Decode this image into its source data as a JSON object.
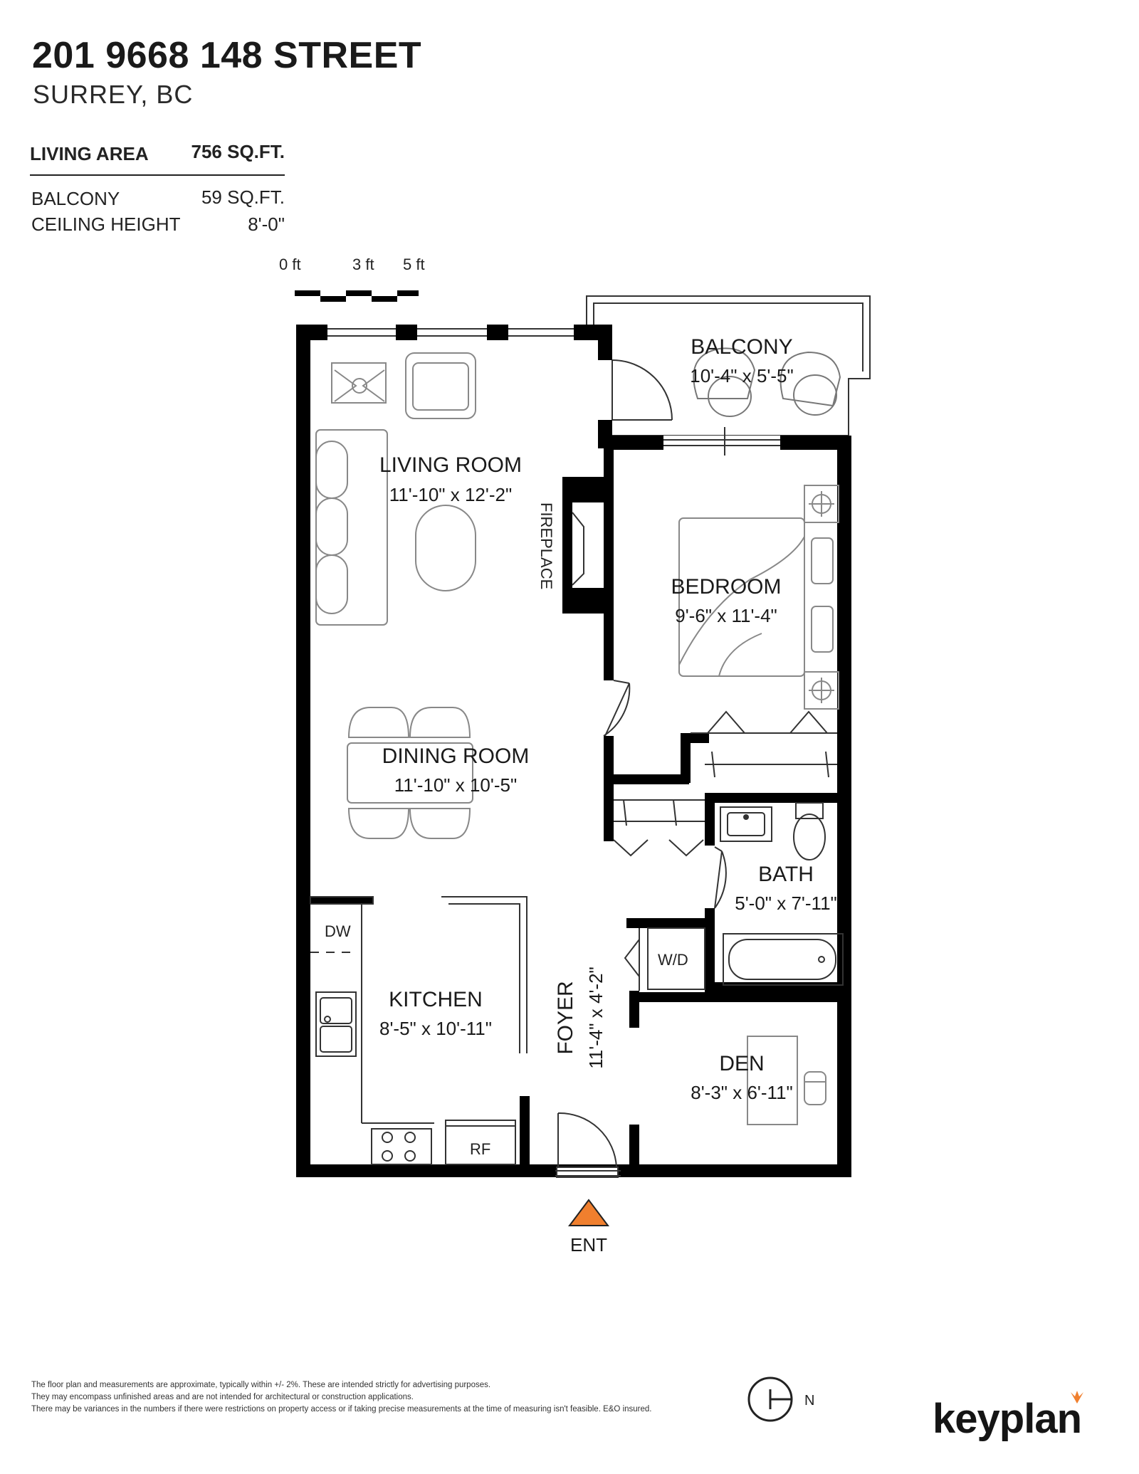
{
  "header": {
    "title": "201 9668 148 STREET",
    "subtitle": "SURREY, BC"
  },
  "stats": {
    "living_area_label": "LIVING AREA",
    "living_area_value": "756 SQ.FT.",
    "balcony_label": "BALCONY",
    "balcony_value": "59 SQ.FT.",
    "ceiling_label": "CEILING HEIGHT",
    "ceiling_value": "8'-0\""
  },
  "scale": {
    "tick_0": "0 ft",
    "tick_3": "3 ft",
    "tick_5": "5 ft"
  },
  "rooms": {
    "balcony": {
      "name": "BALCONY",
      "dims": "10'-4\"  x  5'-5\""
    },
    "living": {
      "name": "LIVING ROOM",
      "dims": "11'-10\"  x  12'-2\""
    },
    "bedroom": {
      "name": "BEDROOM",
      "dims": "9'-6\"  x  11'-4\""
    },
    "dining": {
      "name": "DINING ROOM",
      "dims": "11'-10\"  x  10'-5\""
    },
    "bath": {
      "name": "BATH",
      "dims": "5'-0\" x 7'-11\""
    },
    "kitchen": {
      "name": "KITCHEN",
      "dims": "8'-5\"  x  10'-11\""
    },
    "foyer": {
      "name": "FOYER",
      "dims": "11'-4\"  x  4'-2\""
    },
    "den": {
      "name": "DEN",
      "dims": "8'-3\"  x  6'-11\""
    }
  },
  "labels": {
    "fireplace": "FIREPLACE",
    "dishwasher": "DW",
    "washer_dryer": "W/D",
    "fridge": "RF",
    "entrance": "ENT",
    "north": "N"
  },
  "colors": {
    "wall": "#000000",
    "entrance_marker": "#f07f2e",
    "brand_accent": "#f07f2e"
  },
  "footer": {
    "disclaimer_1": "The floor plan and measurements are approximate, typically within +/- 2%. These are intended strictly for advertising purposes.",
    "disclaimer_2": "They may encompass unfinished areas and are not intended for architectural or construction applications.",
    "disclaimer_3": "There may be variances in the numbers if there were restrictions on property access or if taking precise measurements at the time of measuring isn't feasible. E&O insured.",
    "brand": "keyplan"
  }
}
